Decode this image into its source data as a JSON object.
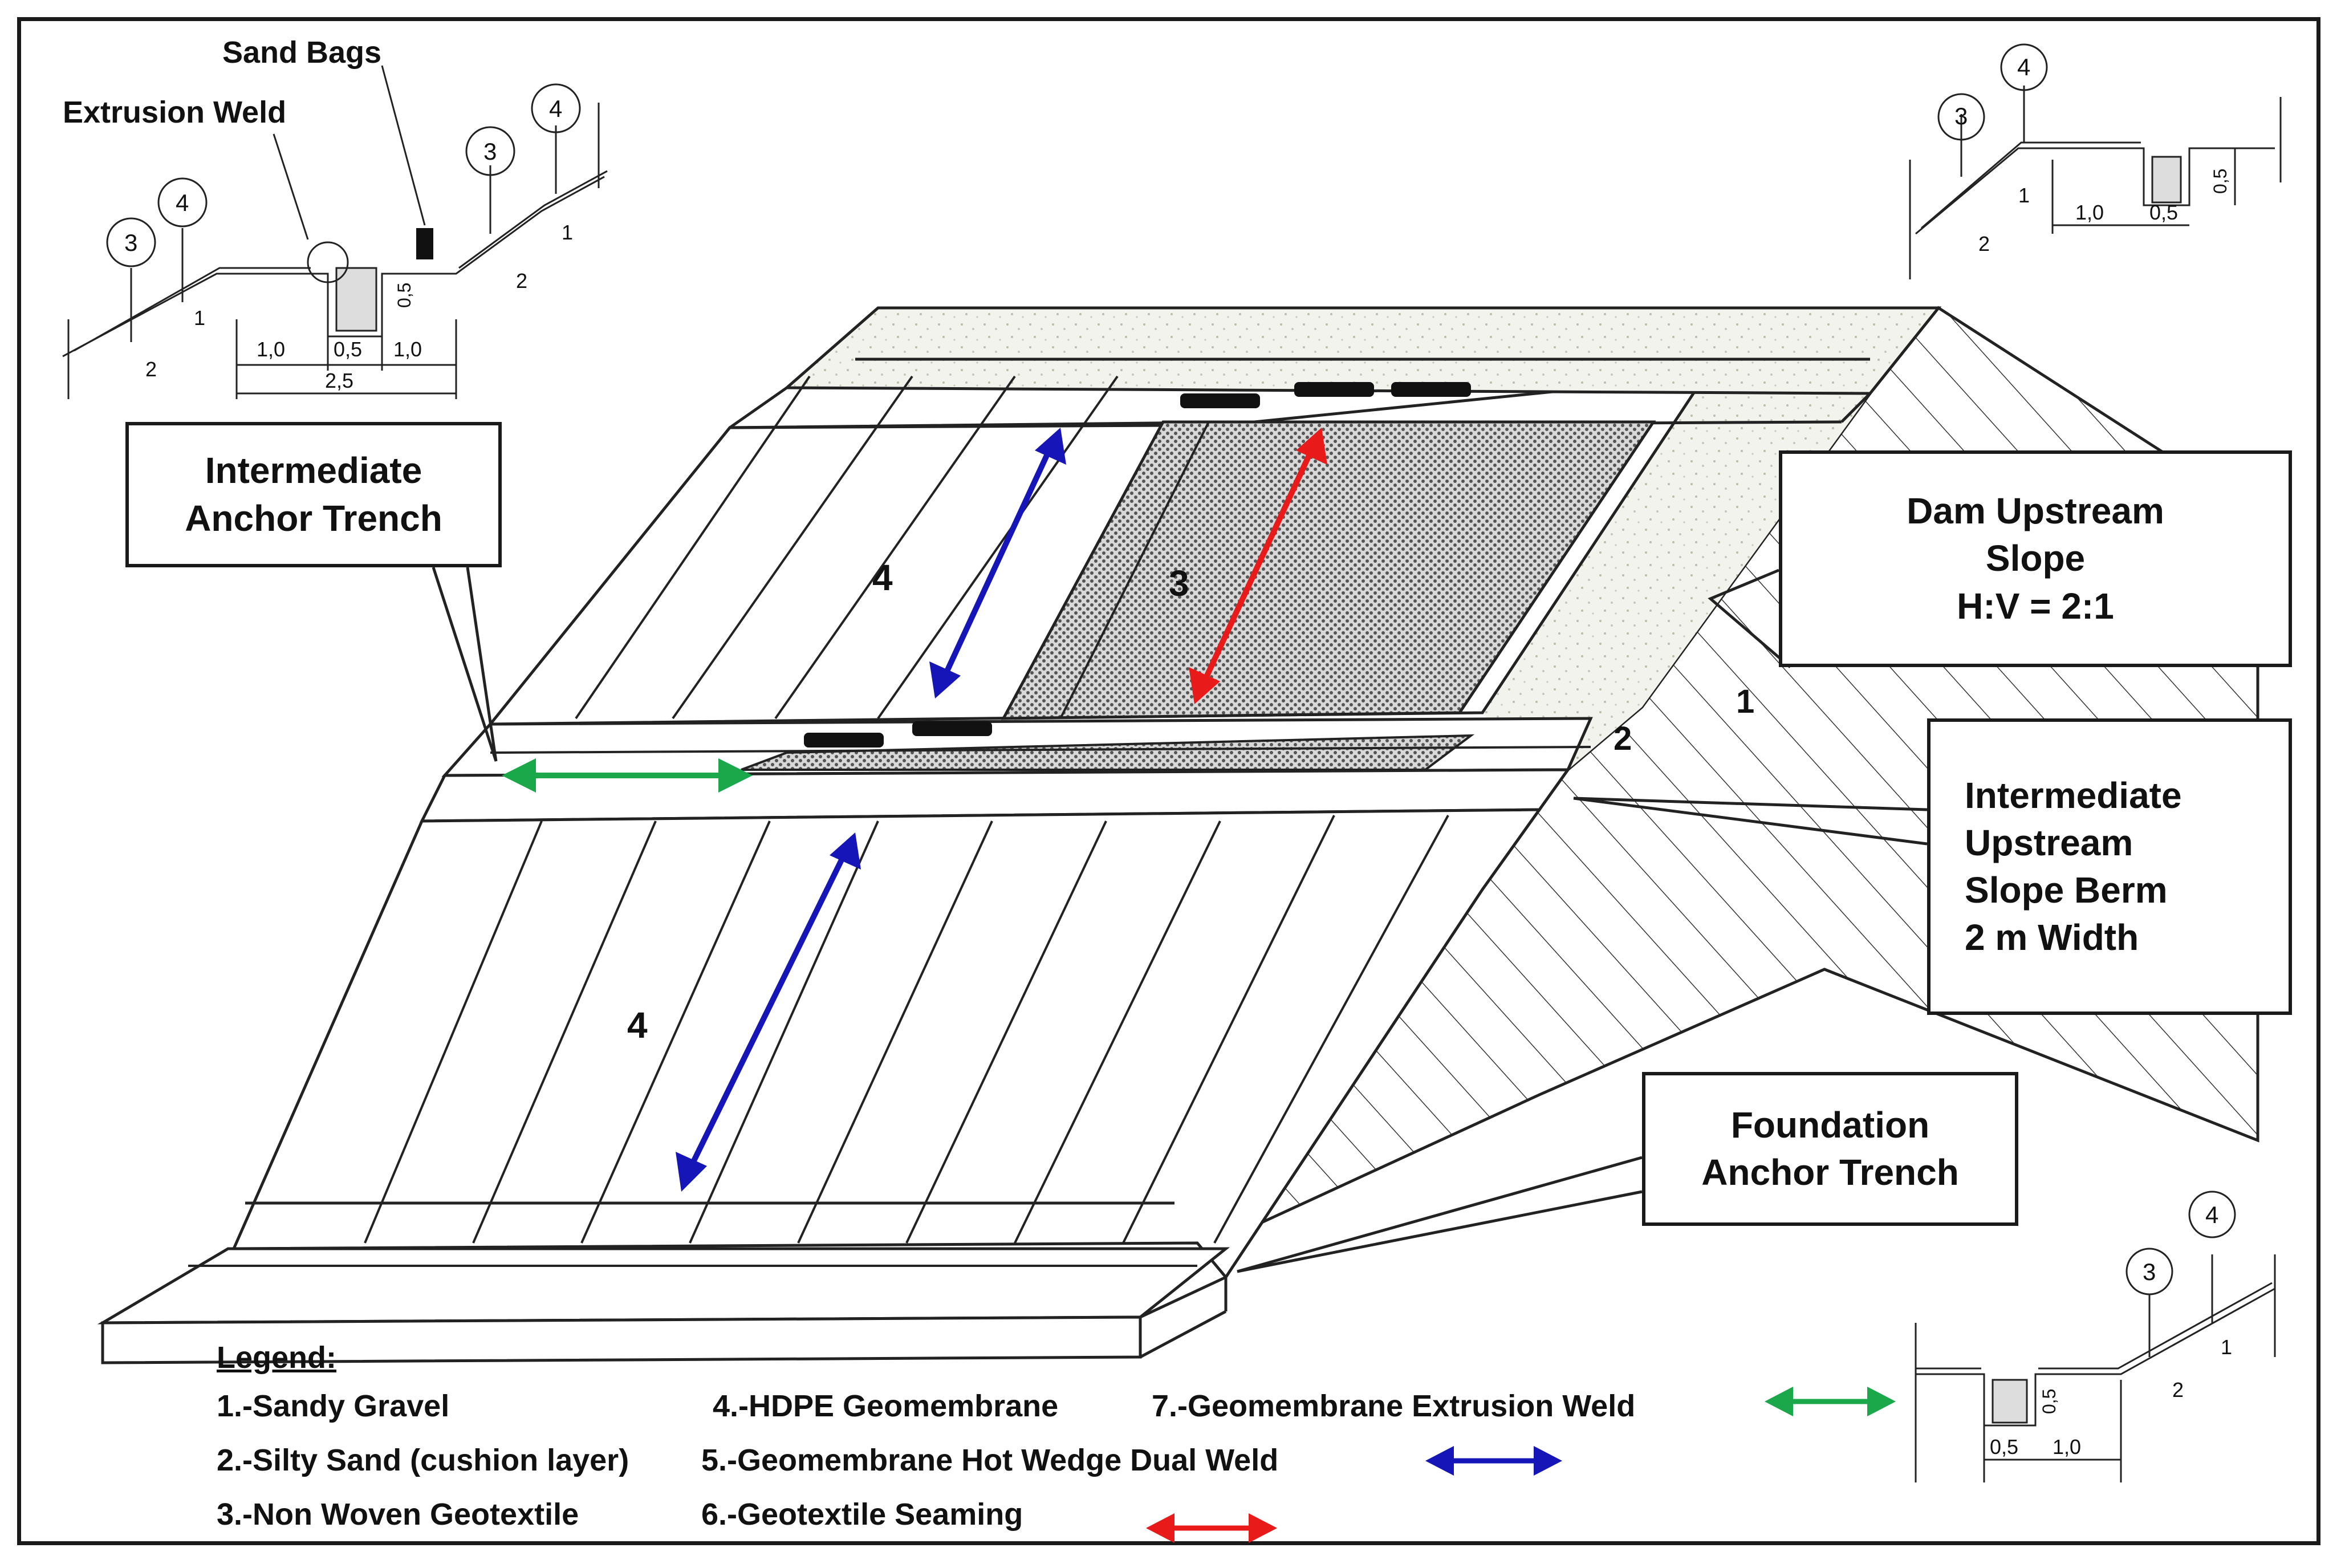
{
  "colors": {
    "green_arrow": "#1aa84a",
    "blue_arrow": "#1515b8",
    "red_arrow": "#e81a1a",
    "lines": "#222222",
    "gravel_fill": "#f1f2ea",
    "geotextile_fill": "#d4d4d4"
  },
  "callouts": {
    "intermediate_anchor": [
      "Intermediate",
      "Anchor Trench"
    ],
    "dam_slope": [
      "Dam Upstream",
      "Slope",
      "H:V = 2:1"
    ],
    "berm": [
      "Intermediate",
      "Upstream",
      "Slope Berm",
      "2 m Width"
    ],
    "foundation": [
      "Foundation",
      "Anchor Trench"
    ]
  },
  "detail_top_left": {
    "sand_bags": "Sand Bags",
    "extrusion_weld": "Extrusion Weld",
    "markers": [
      "3",
      "4",
      "3",
      "4"
    ],
    "slope_h": "2",
    "slope_v": "1",
    "dims": [
      "1,0",
      "0,5",
      "1,0",
      "2,5"
    ],
    "depth": "0,5",
    "slope_h2": "2",
    "slope_v2": "1"
  },
  "detail_top_right": {
    "markers": [
      "3",
      "4"
    ],
    "slope_h": "2",
    "slope_v": "1",
    "dims": [
      "1,0",
      "0,5"
    ],
    "depth": "0,5"
  },
  "detail_bottom_right": {
    "markers": [
      "3",
      "4"
    ],
    "slope_h": "2",
    "slope_v": "1",
    "dims": [
      "0,5",
      "1,0"
    ],
    "depth": "0,5"
  },
  "main_labels": {
    "upper_geomembrane": "4",
    "geotextile": "3",
    "lower_geomembrane": "4",
    "slope_v": "1",
    "slope_h": "2"
  },
  "legend": {
    "title": "Legend:",
    "items": [
      "1.-Sandy Gravel",
      "2.-Silty Sand (cushion layer)",
      "3.-Non Woven Geotextile",
      "4.-HDPE Geomembrane",
      "5.-Geomembrane Hot Wedge Dual Weld",
      "6.-Geotextile Seaming",
      "7.-Geomembrane Extrusion Weld"
    ]
  }
}
